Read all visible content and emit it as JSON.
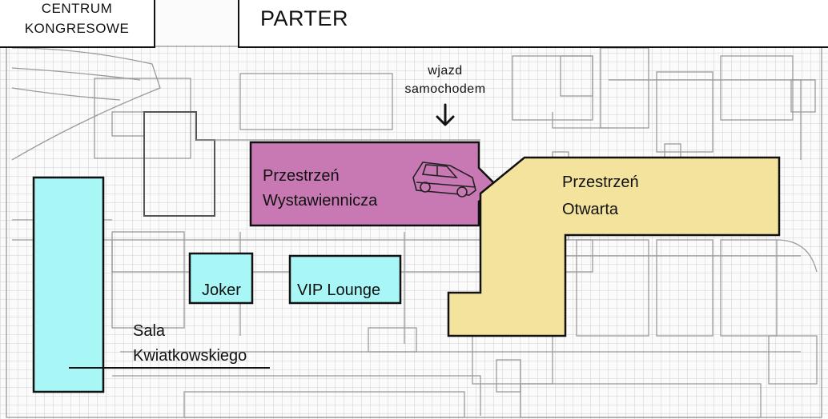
{
  "header": {
    "building_line1": "CENTRUM",
    "building_line2": "KONGRESOWE",
    "floor": "PARTER"
  },
  "rooms": {
    "exhibition": {
      "line1": "Przestrzeń",
      "line2": "Wystawiennicza",
      "color": "#c879b4"
    },
    "open_space": {
      "line1": "Przestrzeń",
      "line2": "Otwarta",
      "color": "#f3e39c"
    },
    "joker": {
      "label": "Joker",
      "color": "#a8f6f6"
    },
    "vip_lounge": {
      "label": "VIP Lounge",
      "color": "#a8f6f6"
    },
    "kwiatkowski": {
      "line1": "Sala",
      "line2": "Kwiatkowskiego",
      "color": "#a8f6f6"
    }
  },
  "car_entry": {
    "line1": "wjazd",
    "line2": "samochodem"
  },
  "icons": {
    "car": "car-icon",
    "arrow": "arrow-down-icon"
  }
}
